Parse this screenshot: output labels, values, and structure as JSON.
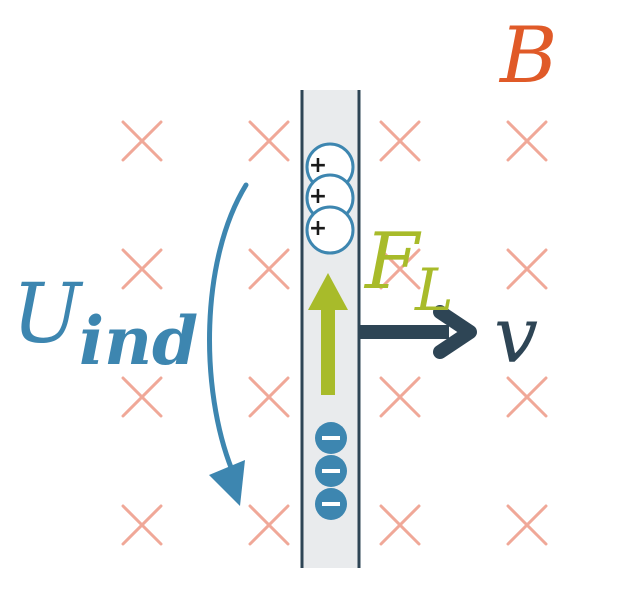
{
  "labels": {
    "field": "B",
    "induced_voltage_main": "U",
    "induced_voltage_sub": "ind",
    "force_main": "F",
    "force_sub": "L",
    "velocity": "v"
  },
  "charges": {
    "positive_symbol": "+",
    "negative_symbol": "−",
    "positive_count": 3,
    "negative_count": 3
  },
  "field": {
    "direction": "into page",
    "marker_count": 16
  },
  "colors": {
    "field_marker": "#f0a898",
    "field_label": "#e05a28",
    "induced_voltage": "#3d86b0",
    "force": "#a8bb2a",
    "velocity": "#2e4555",
    "rod_fill": "#e9ebed",
    "rod_edge": "#2e4555"
  }
}
